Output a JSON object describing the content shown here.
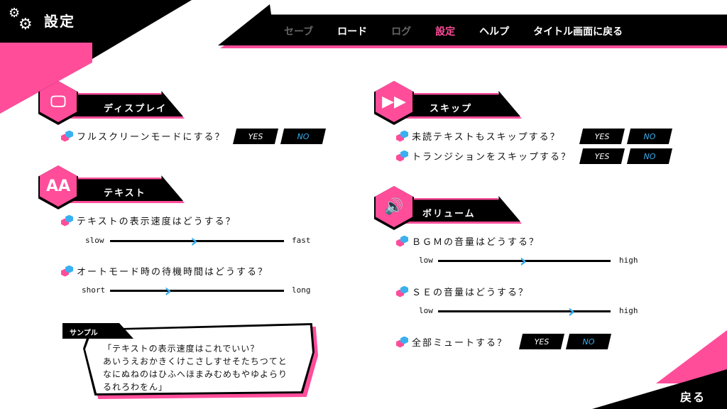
{
  "header": {
    "title": "設定",
    "icon": "gears-icon"
  },
  "nav": {
    "items": [
      {
        "label": "セーブ",
        "state": "disabled"
      },
      {
        "label": "ロード",
        "state": "normal"
      },
      {
        "label": "ログ",
        "state": "disabled"
      },
      {
        "label": "設定",
        "state": "active"
      },
      {
        "label": "ヘルプ",
        "state": "normal"
      },
      {
        "label": "タイトル画面に戻る",
        "state": "normal"
      }
    ]
  },
  "display": {
    "title": "ディスプレイ",
    "icon": "monitor-icon",
    "fullscreen": {
      "label": "フルスクリーンモードにする？",
      "yes": "YES",
      "no": "NO",
      "selected": "NO"
    }
  },
  "text": {
    "title": "テキスト",
    "icon": "font-icon",
    "icon_text": "AA",
    "speed": {
      "label": "テキストの表示速度はどうする？",
      "min": "slow",
      "max": "fast",
      "value": 0.49
    },
    "auto": {
      "label": "オートモード時の待機時間はどうする？",
      "min": "short",
      "max": "long",
      "value": 0.34
    },
    "sample": {
      "tag": "サンプル",
      "text": "「テキストの表示速度はこれでいい？\nあいうえおかきくけこさしすせそたちつてと\nなにぬねのはひふへほまみむめもやゆよらり\nるれろわをん」"
    }
  },
  "skip": {
    "title": "スキップ",
    "icon": "fast-forward-icon",
    "unread": {
      "label": "未読テキストもスキップする？",
      "yes": "YES",
      "no": "NO",
      "selected": "NO"
    },
    "transition": {
      "label": "トランジションをスキップする？",
      "yes": "YES",
      "no": "NO",
      "selected": "NO"
    }
  },
  "volume": {
    "title": "ボリューム",
    "icon": "speaker-icon",
    "bgm": {
      "label": "ＢＧＭの音量はどうする？",
      "min": "low",
      "max": "high",
      "value": 0.5
    },
    "se": {
      "label": "ＳＥの音量はどうする？",
      "min": "low",
      "max": "high",
      "value": 0.78
    },
    "mute": {
      "label": "全部ミュートする？",
      "yes": "YES",
      "no": "NO",
      "selected": "NO"
    }
  },
  "footer": {
    "back": "戻る"
  },
  "colors": {
    "accent": "#ff4d9a",
    "blue": "#3ab0f0",
    "black": "#000000"
  }
}
